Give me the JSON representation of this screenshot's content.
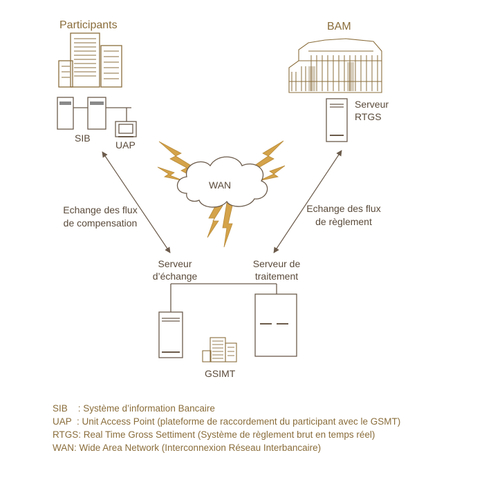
{
  "colors": {
    "accent": "#8a6d3b",
    "line": "#6b5a4a",
    "lightning": "#d4a34a",
    "text": "#5a4a3a"
  },
  "titles": {
    "participants": "Participants",
    "bam": "BAM"
  },
  "nodes": {
    "sib": "SIB",
    "uap": "UAP",
    "rtgs_line1": "Serveur",
    "rtgs_line2": "RTGS",
    "wan": "WAN",
    "exchange_server_line1": "Serveur",
    "exchange_server_line2": "d’échange",
    "processing_server_line1": "Serveur de",
    "processing_server_line2": "traitement",
    "gsimt": "GSIMT"
  },
  "flows": {
    "left_line1": "Echange des flux",
    "left_line2": "de compensation",
    "right_line1": "Echange des flux",
    "right_line2": "de règlement"
  },
  "legend": [
    {
      "abbr": "SIB    ",
      "text": ": Système d’information Bancaire"
    },
    {
      "abbr": "UAP  ",
      "text": ": Unit Access Point (plateforme de raccordement du participant avec le GSMT)"
    },
    {
      "abbr": "RTGS",
      "text": ": Real Time Gross Settiment (Système de règlement brut en temps réel)"
    },
    {
      "abbr": "WAN",
      "text": ": Wide Area Network (Interconnexion Réseau Interbancaire)"
    }
  ]
}
